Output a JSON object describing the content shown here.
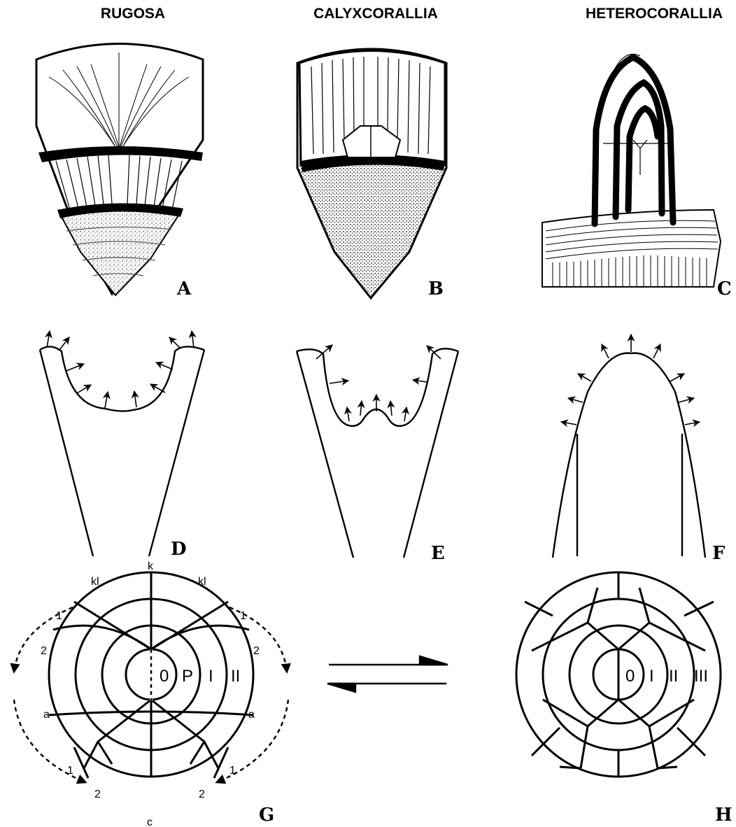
{
  "column_titles": [
    "RUGOSA",
    "CALYXCORALLIA",
    "HETEROCORALLIA"
  ],
  "panel_labels": {
    "A": "A",
    "B": "B",
    "C": "C",
    "D": "D",
    "E": "E",
    "F": "F",
    "G": "G",
    "H": "H"
  },
  "g_labels": {
    "k": "k",
    "kl_left": "kl",
    "kl_right": "kl",
    "one_upper_left": "1",
    "one_upper_right": "1",
    "two_upper_left": "2",
    "two_upper_right": "2",
    "a_left": "a",
    "a_right": "a",
    "one_lower_left": "1",
    "one_lower_right": "1",
    "two_lower_left": "2",
    "two_lower_right": "2",
    "c": "c",
    "zone_0": "0",
    "zone_p": "P",
    "zone_i": "I",
    "zone_ii": "II"
  },
  "h_labels": {
    "zone_0": "0",
    "zone_i": "I",
    "zone_ii": "II",
    "zone_iii": "III"
  }
}
